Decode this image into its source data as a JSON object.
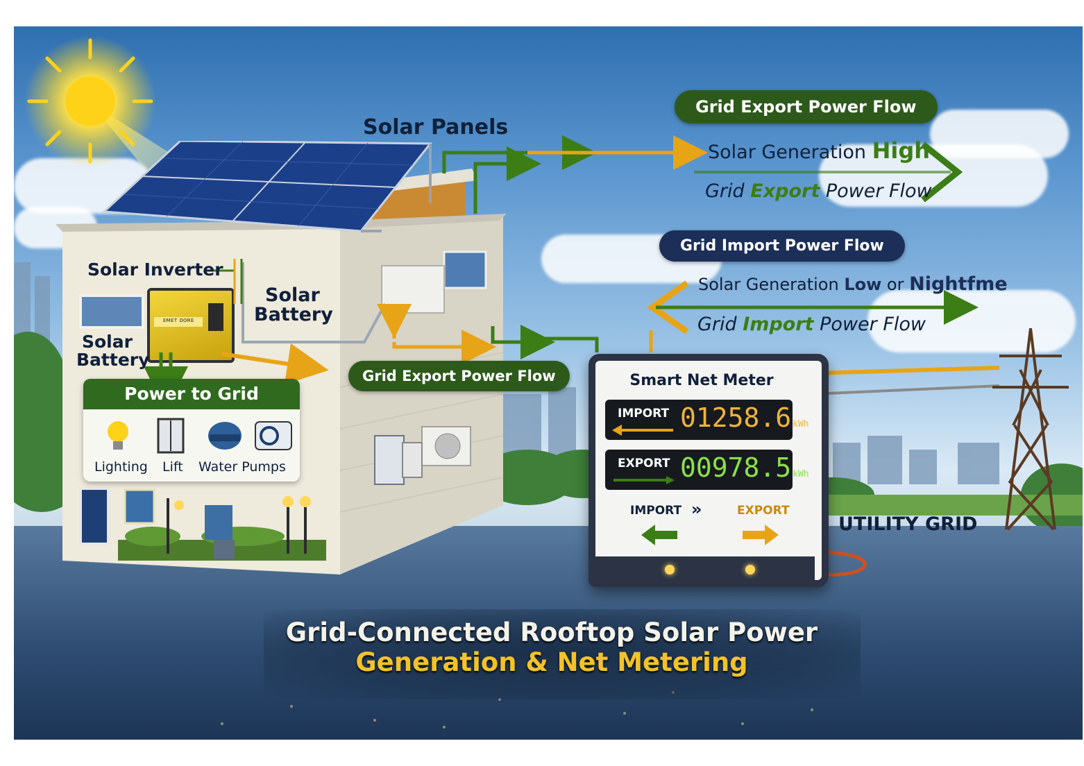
{
  "labels": {
    "solar_panels": "Solar Panels",
    "solar_inverter": "Solar Inverter",
    "solar_battery_right_1": "Solar",
    "solar_battery_right_2": "Battery",
    "solar_battery_left_1": "Solar",
    "solar_battery_left_2": "Battery",
    "inverter_brand": "ᴇᴍᴇᴛ ᴅᴏʀᴇ",
    "grid_export_mid": "Grid Export Power Flow",
    "utility_grid": "UTILITY GRID"
  },
  "power_to_grid": {
    "title": "Power to Grid",
    "loads": [
      "Lighting",
      "Lift",
      "Water Pumps"
    ]
  },
  "export_section": {
    "pill": "Grid Export Power Flow",
    "line1_prefix": "Solar Generation",
    "line1_highlight": "High",
    "line2_prefix": "Grid",
    "line2_highlight": "Export",
    "line2_suffix": "Power Flow"
  },
  "import_section": {
    "pill": "Grid Import Power Flow",
    "line1_prefix": "Solar Generation",
    "line1_highlight_a": "Low",
    "line1_mid": "or",
    "line1_highlight_b": "Nightfme",
    "line2_prefix": "Grid",
    "line2_highlight": "Import",
    "line2_suffix": "Power Flow"
  },
  "meter": {
    "title": "Smart Net Meter",
    "import_label": "IMPORT",
    "import_value": "01258.6",
    "export_label": "EXPORT",
    "export_value": "00978.5",
    "unit": "kWh",
    "bottom_import": "IMPORT",
    "bottom_arrows": "»",
    "bottom_export": "EXPORT"
  },
  "title": {
    "line1": "Grid-Connected Rooftop Solar Power",
    "line2": "Generation & Net Metering"
  },
  "colors": {
    "export_green": "#3c7d15",
    "import_navy": "#1c2f58",
    "flow_orange": "#e8a417",
    "title_gold": "#f2c22a",
    "import_digits": "#f0b43a",
    "export_digits": "#8de04a"
  }
}
